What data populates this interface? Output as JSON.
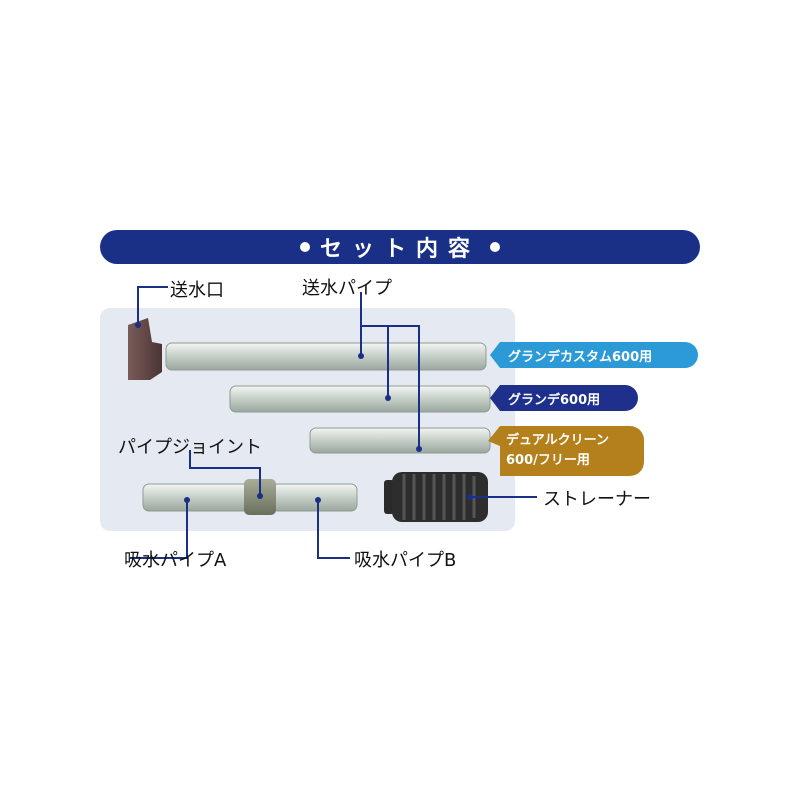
{
  "banner": {
    "title": "セット内容"
  },
  "labels": {
    "outlet": "送水口",
    "outlet_pipe": "送水パイプ",
    "pipe_joint": "パイプジョイント",
    "intake_a": "吸水パイプA",
    "intake_b": "吸水パイプB",
    "strainer": "ストレーナー"
  },
  "tags": {
    "grande_custom": "グランデカスタム600用",
    "grande": "グランデ600用",
    "dual_line1": "デュアルクリーン",
    "dual_line2": "600/フリー用"
  },
  "colors": {
    "banner": "#1a2f86",
    "panel": "#e5e9f1",
    "tag_blue": "#2b9ad6",
    "tag_navy": "#1e2f8c",
    "tag_brown": "#b4801c",
    "leader": "#1a2f86"
  }
}
